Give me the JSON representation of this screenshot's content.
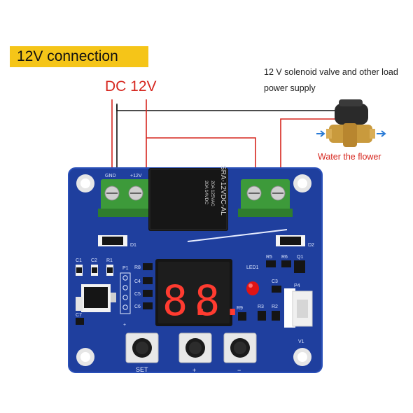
{
  "title": "12V connection",
  "dc_label": "DC 12V",
  "supply_note": "12 V solenoid valve and other load power supply",
  "water_label": "Water the flower",
  "colors": {
    "title_bg": "#f5c518",
    "wire_red": "#d6261e",
    "wire_black": "#111111",
    "pcb_blue": "#1f3f9e",
    "terminal_green": "#3d9a3a",
    "digit_red": "#ff3b30",
    "led_red": "#e01414"
  },
  "board": {
    "terminal_left_labels": [
      "GND",
      "+12V"
    ],
    "relay": {
      "model": "SRA-12VDC-AL",
      "rating1": "20A 125VAC",
      "rating2": "20A 14VDC"
    },
    "component_labels": {
      "d1": "D1",
      "d2": "D2",
      "c1": "C1",
      "c2": "C2",
      "r1": "R1",
      "p1": "P1",
      "r8": "R8",
      "c4": "C4",
      "c5": "C5",
      "c6": "C6",
      "c7": "C7",
      "led1": "LED1",
      "r5": "R5",
      "r6": "R6",
      "q1": "Q1",
      "c3": "C3",
      "p4": "P4",
      "r9": "R9",
      "r3": "R3",
      "r2": "R2",
      "v1": "V1",
      "plus_mark": "+"
    },
    "display": {
      "digits": [
        "8.",
        "8."
      ]
    },
    "buttons": [
      "SET",
      "+",
      "−"
    ]
  },
  "icons": [
    "solenoid-valve-icon",
    "water-flow-arrow-icon",
    "mounting-hole-icon",
    "led-icon"
  ]
}
